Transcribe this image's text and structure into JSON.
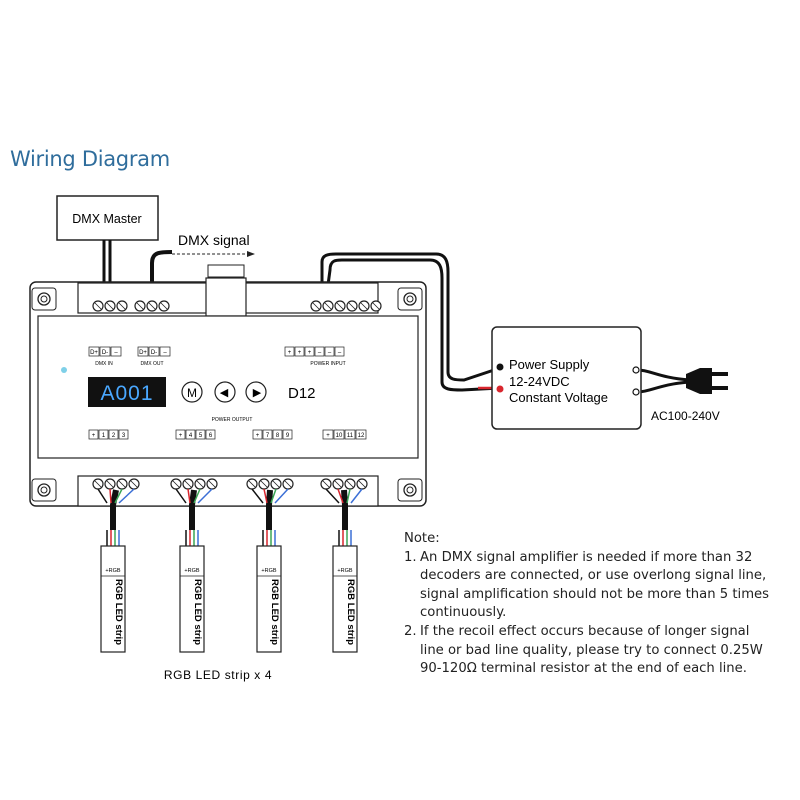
{
  "title": "Wiring Diagram",
  "dmx_master": "DMX Master",
  "dmx_signal": "DMX signal",
  "device_model": "D12",
  "display_text": "A001",
  "terminal_labels": {
    "dmx_in": "DMX IN",
    "dmx_out": "DMX OUT",
    "power_input": "POWER INPUT",
    "power_output": "POWER OUTPUT"
  },
  "pin_labels": {
    "dmx_in": [
      "D+",
      "D-",
      "–"
    ],
    "dmx_out": [
      "D+",
      "D-",
      "–"
    ],
    "power_input": [
      "+",
      "+",
      "+",
      "–",
      "–",
      "–"
    ]
  },
  "output_groups": [
    {
      "channels": [
        "1",
        "2",
        "3"
      ]
    },
    {
      "channels": [
        "4",
        "5",
        "6"
      ]
    },
    {
      "channels": [
        "7",
        "8",
        "9"
      ]
    },
    {
      "channels": [
        "10",
        "11",
        "12"
      ]
    }
  ],
  "buttons": {
    "mode": "M",
    "left": "◀",
    "right": "▶"
  },
  "power_supply": {
    "line1": "Power Supply",
    "line2": "12-24VDC",
    "line3": "Constant Voltage"
  },
  "ac_label": "AC100-240V",
  "strip_pin_label": "+RGB",
  "strip_label": "RGB LED strip",
  "strip_count_label": "RGB LED strip x 4",
  "colors": {
    "title": "#2f6d9c",
    "led_digits": "#4aa8ff",
    "wire_red": "#d9262e",
    "wire_green": "#3aa655",
    "wire_blue": "#3b6fd6"
  },
  "notes": {
    "heading": "Note:",
    "items": [
      {
        "num": "1.",
        "text": "An DMX signal amplifier is needed if more than 32 decoders are connected, or use overlong signal line, signal amplification should not be more than 5 times continuously."
      },
      {
        "num": "2.",
        "text": "If the recoil effect occurs because of longer signal line or bad line quality, please try to connect 0.25W 90-120Ω terminal resistor at the end of each line."
      }
    ]
  }
}
